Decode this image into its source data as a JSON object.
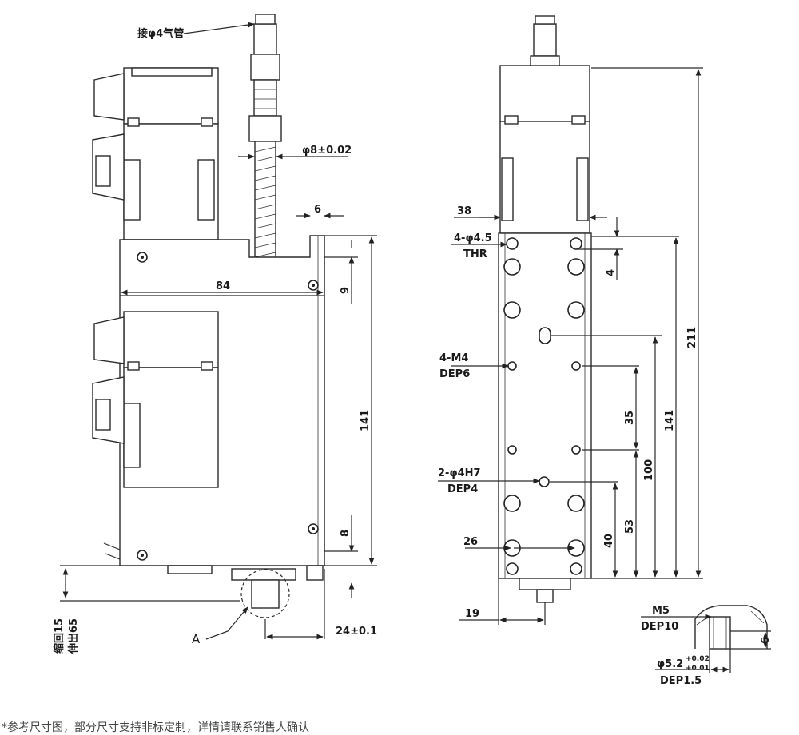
{
  "side_view": {
    "air_pipe_label": "接φ4气管",
    "dim_shaft": "φ8±0.02",
    "dim_6": "6",
    "dim_84": "84",
    "dim_9": "9",
    "dim_141": "141",
    "dim_8": "8",
    "dim_24": "24±0.1",
    "detail_marker": "A",
    "stroke_retract": "缩回15",
    "stroke_extend": "伸出65"
  },
  "front_view": {
    "dim_38": "38",
    "thr_holes": "4-φ4.5",
    "thr_label": "THR",
    "dim_4": "4",
    "m4_holes": "4-M4",
    "m4_depth": "DEP6",
    "dim_211": "211",
    "dim_141": "141",
    "dim_35": "35",
    "dim_100": "100",
    "pin_holes": "2-φ4H7",
    "pin_depth": "DEP4",
    "dim_53": "53",
    "dim_40": "40",
    "dim_26": "26",
    "dim_19": "19"
  },
  "detail_view": {
    "thread": "M5",
    "thread_depth": "DEP10",
    "dim_6": "6",
    "counterbore": "φ5.2",
    "tol_upper": "+0.02",
    "tol_lower": "+0.01",
    "counterbore_depth": "DEP1.5"
  },
  "footer_note": "*参考尺寸图，部分尺寸支持非标定制，详情请联系销售人确认"
}
